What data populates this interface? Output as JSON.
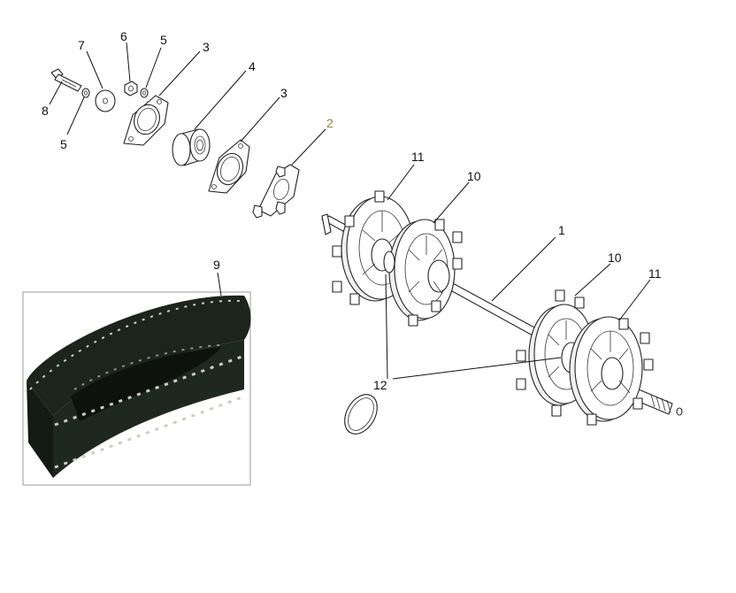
{
  "diagram": {
    "callouts": {
      "c1": "1",
      "c2": "2",
      "c3a": "3",
      "c3b": "3",
      "c4": "4",
      "c5a": "5",
      "c5b": "5",
      "c6": "6",
      "c7": "7",
      "c8": "8",
      "c9": "9",
      "c10a": "10",
      "c10b": "10",
      "c11a": "11",
      "c11b": "11",
      "c12": "12"
    },
    "colors": {
      "line": "#222222",
      "highlight_label": "#8a8a3a",
      "track_rubber": "#1c241c",
      "track_clip": "#c9d0c4"
    }
  }
}
